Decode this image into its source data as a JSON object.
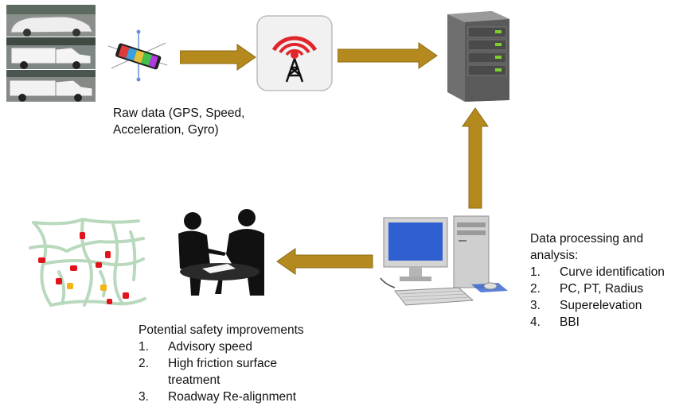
{
  "colors": {
    "arrow": "#b48a1f",
    "arrow_edge": "#8c6a13",
    "signal_red": "#e0262b",
    "road": "#b9d9bd",
    "curve_red": "#e1141b",
    "curve_yellow": "#f2b515",
    "server_light": "#7bd12a",
    "monitor": "#2f5fd0"
  },
  "icons": {
    "vehicles": "vehicle-photos-icon",
    "phone": "smartphone-sensor-icon",
    "tower": "radio-tower-icon",
    "server": "server-icon",
    "computer": "desktop-computer-icon",
    "meeting": "meeting-people-icon",
    "map": "road-network-map-icon"
  },
  "raw_data": {
    "line1": "Raw data (GPS, Speed,",
    "line2": "Acceleration, Gyro)"
  },
  "processing": {
    "title_line1": "Data processing and",
    "title_line2": "analysis:",
    "items": [
      {
        "num": "1.",
        "text": "Curve identification"
      },
      {
        "num": "2.",
        "text": "PC, PT, Radius"
      },
      {
        "num": "3.",
        "text": "Superelevation"
      },
      {
        "num": "4.",
        "text": "BBI"
      }
    ]
  },
  "improvements": {
    "title": "Potential safety improvements",
    "items": [
      {
        "num": "1.",
        "text": "Advisory speed"
      },
      {
        "num": "2.",
        "text": "High friction surface"
      },
      {
        "num": "",
        "text": "treatment"
      },
      {
        "num": "3.",
        "text": "Roadway Re-alignment"
      }
    ]
  }
}
